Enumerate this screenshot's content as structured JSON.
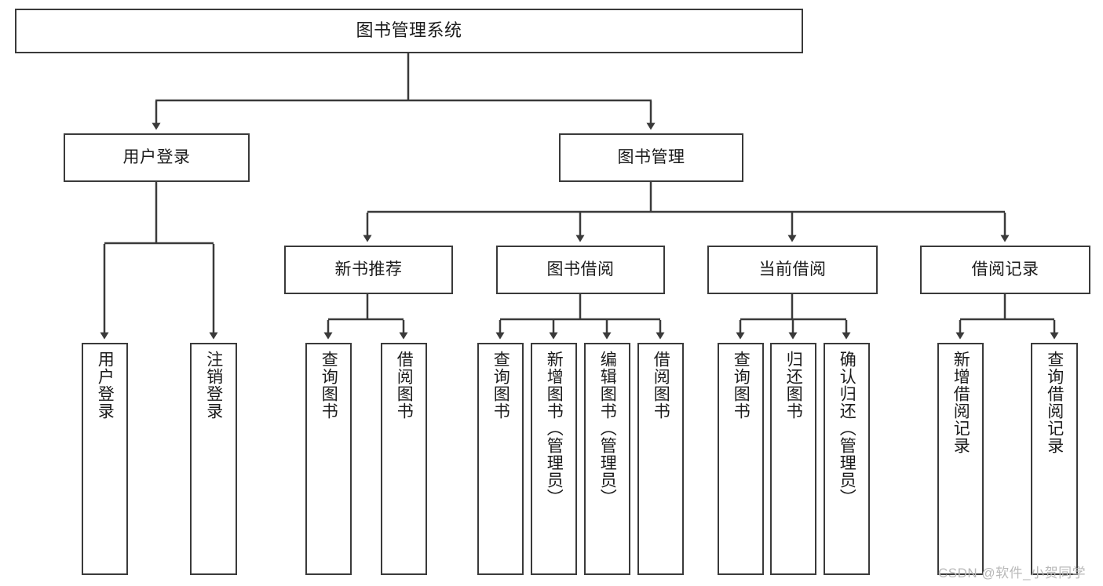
{
  "diagram": {
    "title": "图书管理系统",
    "type": "tree-hierarchy-chart",
    "watermark": "CSDN @软件_小贺同学",
    "colors": {
      "box_border": "#3a3a3a",
      "box_fill": "#ffffff",
      "edge": "#3a3a3a",
      "text": "#1b1b1b",
      "watermark": "#b9b9b9"
    },
    "nodes": {
      "root": {
        "label": "图书管理系统",
        "level": 1
      },
      "l2": [
        {
          "id": "user-login",
          "label": "用户登录",
          "level": 2
        },
        {
          "id": "book-management",
          "label": "图书管理",
          "level": 2
        }
      ],
      "l3": [
        {
          "id": "new-book-recommend",
          "label": "新书推荐",
          "level": 3
        },
        {
          "id": "book-borrow",
          "label": "图书借阅",
          "level": 3
        },
        {
          "id": "current-borrow",
          "label": "当前借阅",
          "level": 3
        },
        {
          "id": "borrow-record",
          "label": "借阅记录",
          "level": 3
        }
      ],
      "leaves": [
        {
          "id": "leaf-user-login",
          "label": "用户登录",
          "parent": "user-login"
        },
        {
          "id": "leaf-logout-login",
          "label": "注销登录",
          "parent": "user-login"
        },
        {
          "id": "leaf-query-book-1",
          "label": "查询图书",
          "parent": "new-book-recommend"
        },
        {
          "id": "leaf-borrow-book-1",
          "label": "借阅图书",
          "parent": "new-book-recommend"
        },
        {
          "id": "leaf-query-book-2",
          "label": "查询图书",
          "parent": "book-borrow"
        },
        {
          "id": "leaf-add-book",
          "label": "新增图书（管理员）",
          "parent": "book-borrow"
        },
        {
          "id": "leaf-edit-book",
          "label": "编辑图书（管理员）",
          "parent": "book-borrow"
        },
        {
          "id": "leaf-borrow-book-2",
          "label": "借阅图书",
          "parent": "book-borrow"
        },
        {
          "id": "leaf-query-book-3",
          "label": "查询图书",
          "parent": "current-borrow"
        },
        {
          "id": "leaf-return-book",
          "label": "归还图书",
          "parent": "current-borrow"
        },
        {
          "id": "leaf-confirm-return",
          "label": "确认归还（管理员）",
          "parent": "current-borrow"
        },
        {
          "id": "leaf-add-record",
          "label": "新增借阅记录",
          "parent": "borrow-record"
        },
        {
          "id": "leaf-query-record",
          "label": "查询借阅记录",
          "parent": "borrow-record"
        }
      ]
    }
  }
}
